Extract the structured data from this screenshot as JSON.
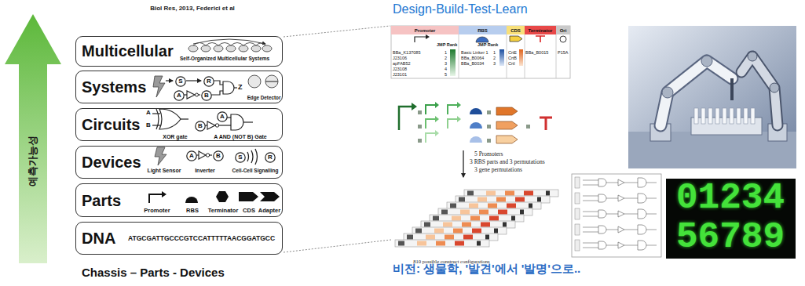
{
  "diagram": {
    "nodes": [
      {
        "text": [
          "Multicellular",
          "Self-Organized Multicellular Systems"
        ]
      },
      {
        "text": [
          "Systems",
          "Edge Detector"
        ]
      },
      {
        "text": [
          "S"
        ],
        "in": 1
      },
      {
        "text": [
          "R"
        ],
        "in": 1
      },
      {
        "text": [
          "A"
        ],
        "in": 1
      },
      {
        "text": [
          "B"
        ],
        "in": 1
      },
      {
        "text": [
          "Circuits",
          "XOR gate",
          "A AND (NOT B) Gate"
        ]
      },
      {
        "text": [
          "A"
        ],
        "in": 6
      },
      {
        "text": [
          "B"
        ],
        "in": 6
      },
      {
        "text": [
          "Devices",
          "Light Sensor",
          "Inverter",
          "Cell-Cell Signalling"
        ]
      },
      {
        "text": [
          "A"
        ],
        "in": 9
      },
      {
        "text": [
          "B"
        ],
        "in": 9
      },
      {
        "text": [
          "S"
        ],
        "in": 9
      },
      {
        "text": [
          "R"
        ],
        "in": 9
      },
      {
        "text": [
          "Parts",
          "Promoter",
          "RBS",
          "Terminator",
          "CDS",
          "Adapter"
        ]
      },
      {
        "text": [
          "DNA",
          "ATGCGATTGCCCGTCCATTTTTAACGGATGCC"
        ]
      },
      {
        "text": [
          "Promoter"
        ]
      },
      {
        "text": [
          "RBS"
        ]
      },
      {
        "text": [
          "CDS"
        ]
      },
      {
        "text": [
          "Terminator"
        ]
      },
      {
        "text": [
          "Ori"
        ]
      }
    ],
    "labels": [
      "Biol Res, 2013, Federici et al",
      "예측가능성",
      "Z",
      "A",
      "B",
      "Chassis – Parts - Devices",
      "Design-Build-Test-Learn",
      "JMP Rank",
      "BBa_K137085",
      "1",
      "J23106",
      "2",
      "apFAB52",
      "3",
      "J23108",
      "4",
      "J23101",
      "5",
      "JMP Rank",
      "Basic Linker 1",
      "1",
      "BBa_B0064",
      "2",
      "BBa_B0034",
      "3",
      "CrtE",
      "CrtB",
      "CrtI",
      "BBa_B0015",
      "P15A",
      "5 Promoters",
      "3 RBS parts and 3 permutations",
      "3 gene permutations",
      "810 possible construct configurations",
      "01234",
      "56789",
      "비전: 생물학, '발견'에서 '발명'으로.."
    ]
  }
}
